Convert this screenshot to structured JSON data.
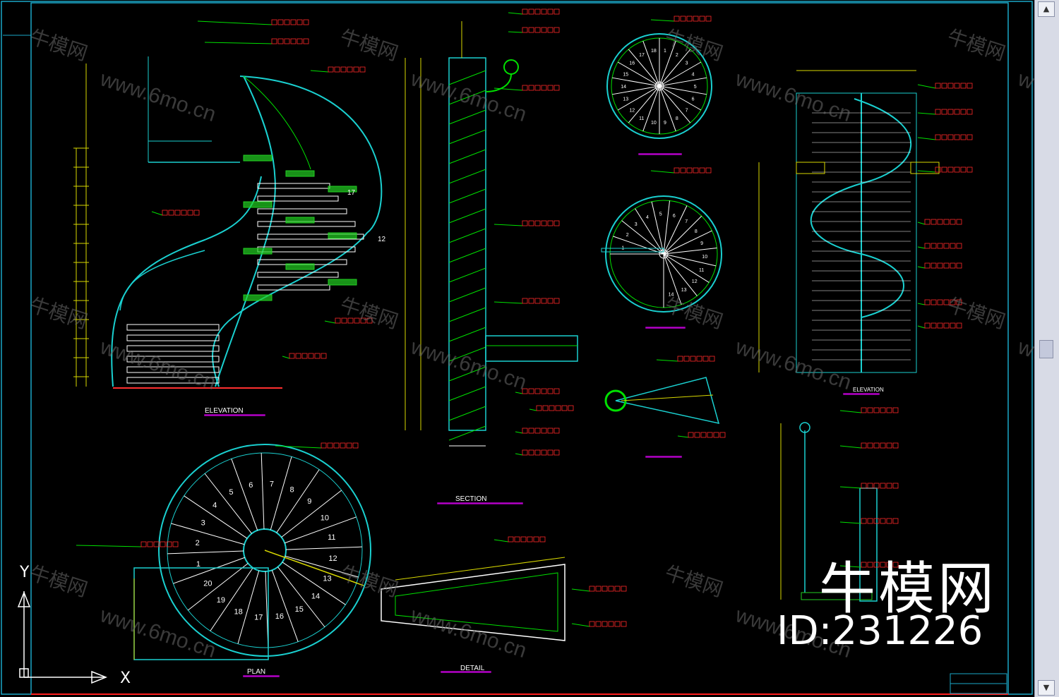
{
  "colors": {
    "frame": "#1aa8c8",
    "stair": "#1ad0d0",
    "tread_fill": "#22d022",
    "dims": "#d8d800",
    "leader": "#00e000",
    "text_red": "#ff2a2a",
    "title_bar": "#b400c8",
    "white": "#ffffff"
  },
  "watermark": {
    "brand": "牛模网",
    "id_text": "ID:231226",
    "tile_logo": "牛模网",
    "tile_url": "www.6mo.cn"
  },
  "drawing_titles": {
    "elevation": "ELEVATION",
    "section": "SECTION",
    "plan": "PLAN",
    "detail": "DETAIL",
    "elevation_right": "ELEVATION"
  },
  "ucs": {
    "x_label": "X",
    "y_label": "Y"
  },
  "plan_step_numbers": [
    "1",
    "2",
    "3",
    "4",
    "5",
    "6",
    "7",
    "8",
    "9",
    "10",
    "11",
    "12",
    "13",
    "14",
    "15",
    "16",
    "17",
    "18",
    "19",
    "20"
  ],
  "small_plan_numbers": [
    "1",
    "2",
    "3",
    "4",
    "5",
    "6",
    "7",
    "8",
    "9",
    "10",
    "11",
    "12",
    "13",
    "14",
    "15",
    "16",
    "17",
    "18"
  ],
  "elevation_step_numbers": [
    "17",
    "12"
  ],
  "scrollbar": {
    "up_glyph": "▲",
    "down_glyph": "▼"
  }
}
